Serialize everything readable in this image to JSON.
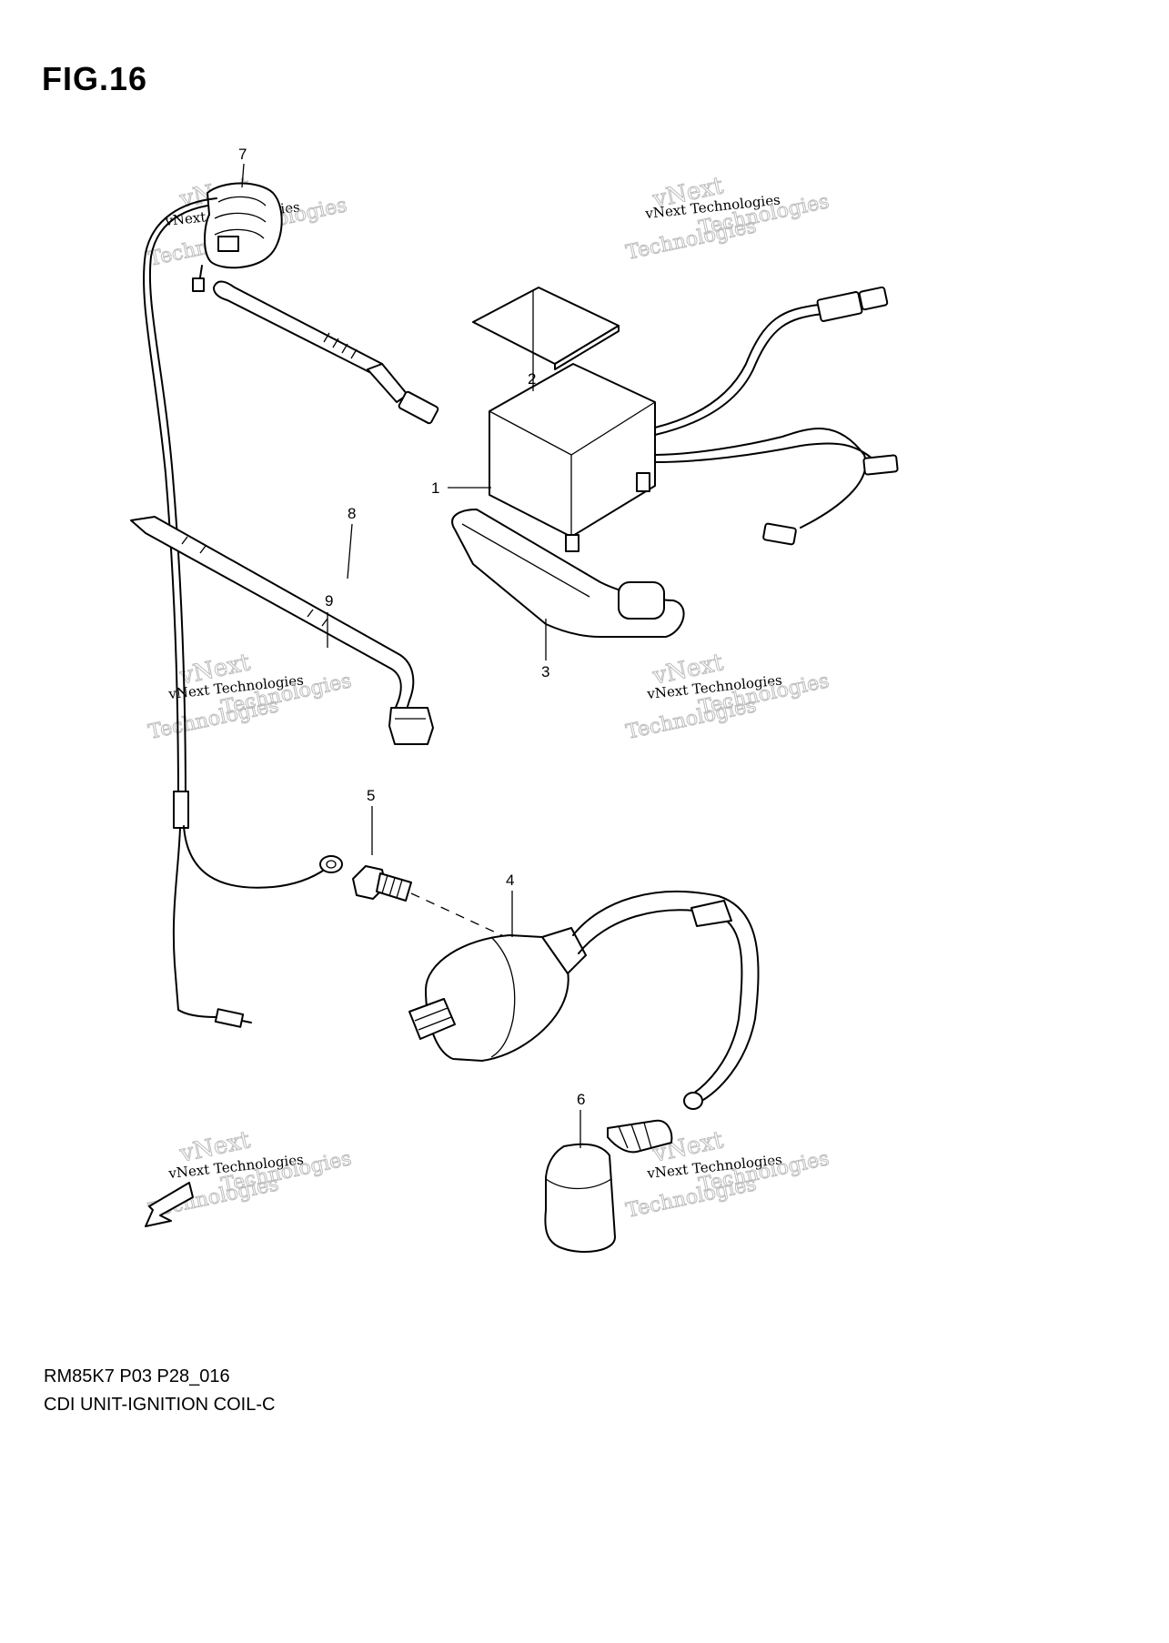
{
  "figure": {
    "title": "FIG.16",
    "code": "RM85K7 P03 P28_016",
    "caption": "CDI UNIT-IGNITION COIL-C"
  },
  "callouts": [
    "1",
    "2",
    "3",
    "4",
    "5",
    "6",
    "7",
    "8",
    "9"
  ],
  "watermark": {
    "line1": "vNext Technologies",
    "line2": "vNext",
    "line3": "Technologies"
  },
  "fwd_label": "FWD"
}
